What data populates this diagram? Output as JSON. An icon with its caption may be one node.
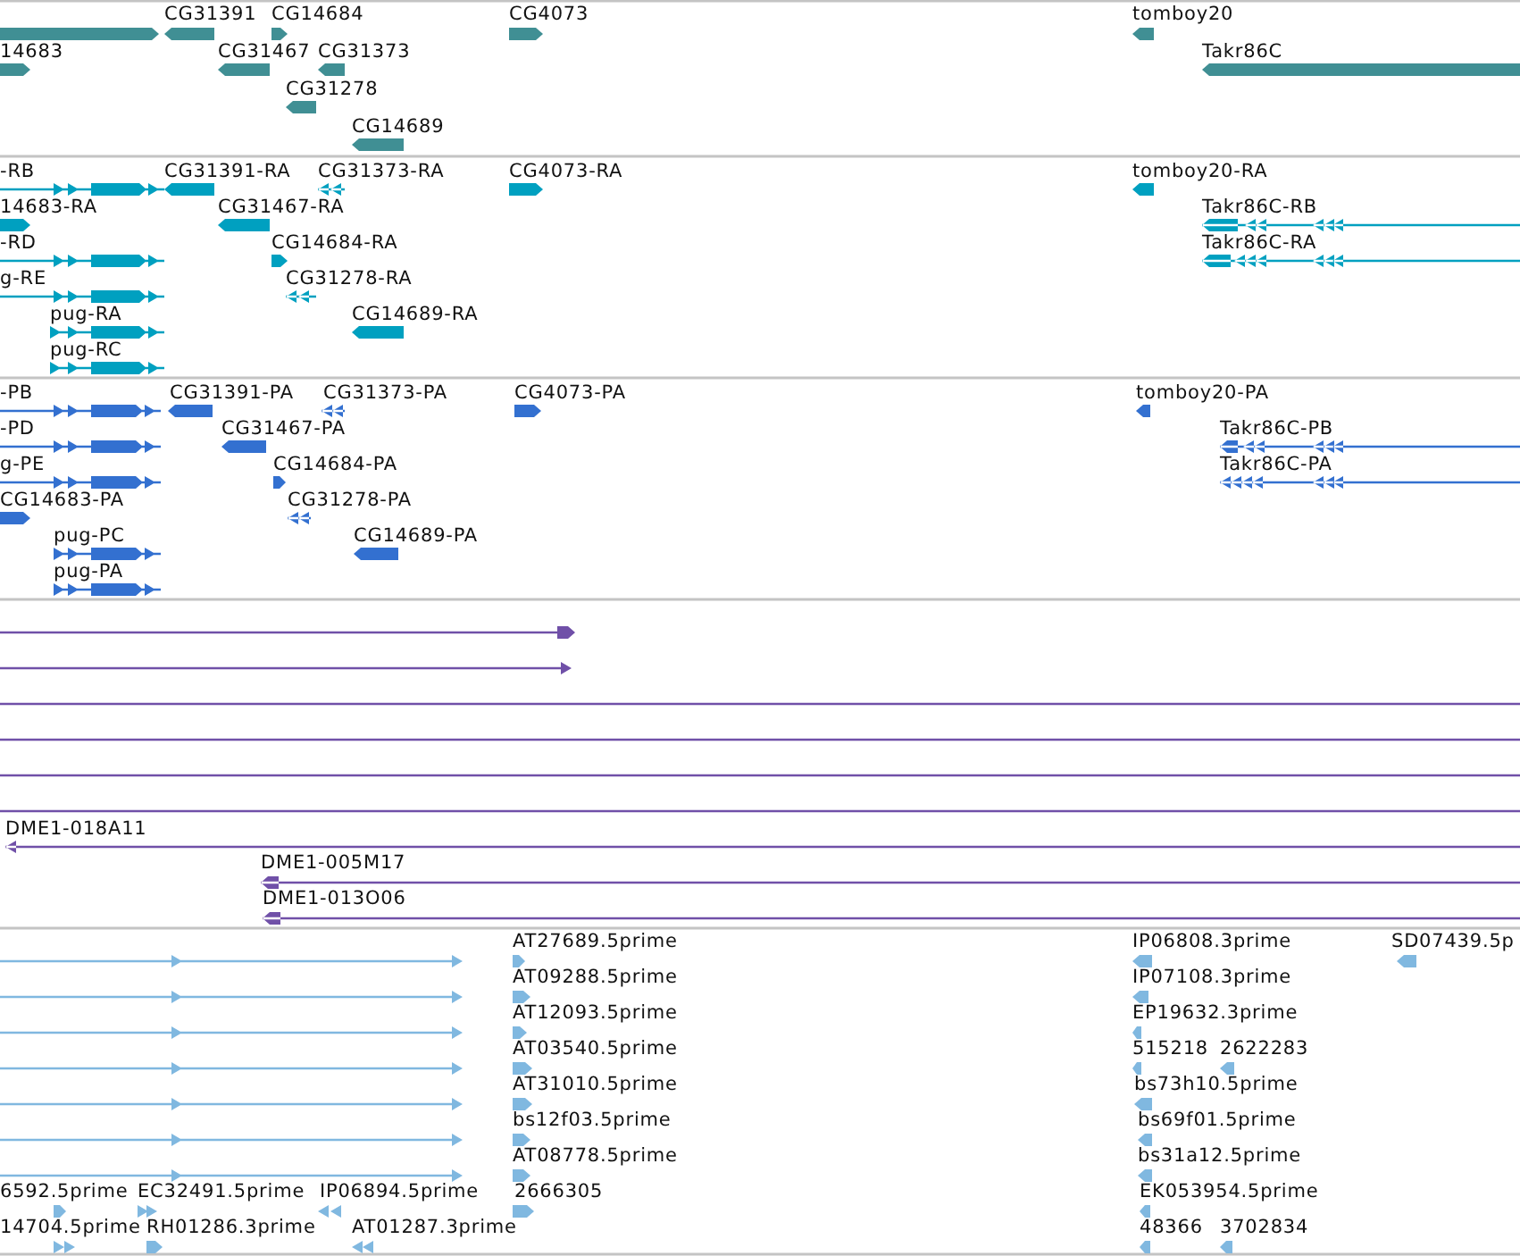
{
  "diagram": {
    "labels": [
      "CG31391",
      "CG14684",
      "CG4073",
      "tomboy20",
      "14683",
      "CG31467",
      "CG31373",
      "Takr86C",
      "CG31278",
      "CG14689",
      "-RB",
      "CG31391-RA",
      "CG31373-RA",
      "CG4073-RA",
      "tomboy20-RA",
      "14683-RA",
      "CG31467-RA",
      "Takr86C-RB",
      "-RD",
      "CG14684-RA",
      "Takr86C-RA",
      "g-RE",
      "CG31278-RA",
      "pug-RA",
      "CG14689-RA",
      "pug-RC",
      "-PB",
      "CG31391-PA",
      "CG31373-PA",
      "CG4073-PA",
      "tomboy20-PA",
      "-PD",
      "CG31467-PA",
      "Takr86C-PB",
      "g-PE",
      "CG14684-PA",
      "Takr86C-PA",
      "CG14683-PA",
      "CG31278-PA",
      "pug-PC",
      "CG14689-PA",
      "pug-PA",
      "DME1-018A11",
      "DME1-005M17",
      "DME1-013O06",
      "AT27689.5prime",
      "IP06808.3prime",
      "SD07439.5p",
      "AT09288.5prime",
      "IP07108.3prime",
      "AT12093.5prime",
      "EP19632.3prime",
      "AT03540.5prime",
      "515218",
      "2622283",
      "AT31010.5prime",
      "bs73h10.5prime",
      "bs12f03.5prime",
      "bs69f01.5prime",
      "AT08778.5prime",
      "bs31a12.5prime",
      "6592.5prime",
      "EC32491.5prime",
      "IP06894.5prime",
      "2666305",
      "EK053954.5prime",
      "14704.5prime",
      "RH01286.3prime",
      "AT01287.3prime",
      "48366",
      "3702834"
    ]
  }
}
